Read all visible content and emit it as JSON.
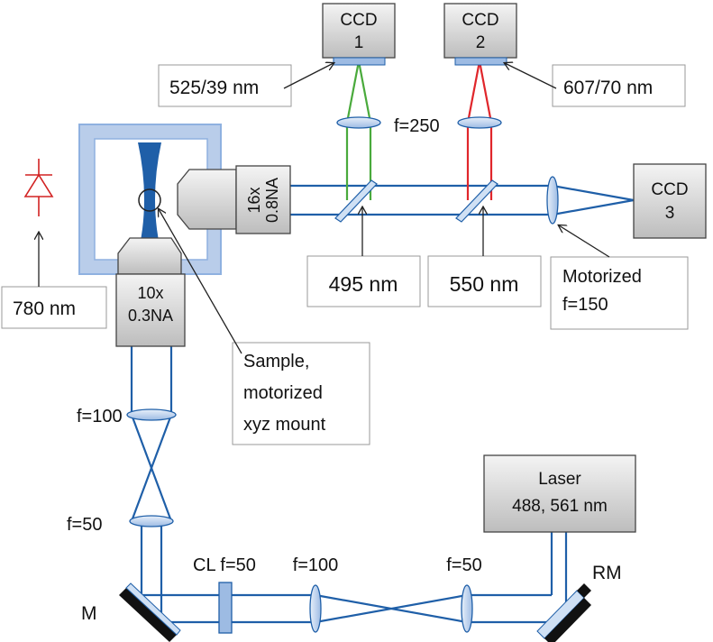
{
  "ccd1": {
    "line1": "CCD",
    "line2": "1"
  },
  "ccd2": {
    "line1": "CCD",
    "line2": "2"
  },
  "ccd3": {
    "line1": "CCD",
    "line2": "3"
  },
  "filter1": "525/39 nm",
  "filter2": "607/70 nm",
  "tube_lens": "f=250",
  "objective_detect": {
    "line1": "16x",
    "line2": "0.8NA"
  },
  "objective_illum": {
    "line1": "10x",
    "line2": "0.3NA"
  },
  "dichroic1": "495 nm",
  "dichroic2": "550 nm",
  "motorized_lens": {
    "line1": "Motorized",
    "line2": "f=150"
  },
  "photodiode_wavelength": "780 nm",
  "sample": {
    "line1": "Sample,",
    "line2": "motorized",
    "line3": "xyz mount"
  },
  "lens_f100_vertical": "f=100",
  "lens_f50_vertical": "f=50",
  "cylindrical_lens": "CL f=50",
  "lens_f100_horizontal": "f=100",
  "lens_f50_horizontal": "f=50",
  "laser": {
    "line1": "Laser",
    "line2": "488, 561 nm"
  },
  "mirror": "M",
  "rotating_mirror": "RM",
  "colors": {
    "beam": "#1f5fa8",
    "green": "#4aaa3c",
    "red": "#e0262b",
    "frame": "#8fb1e0",
    "diode": "#d22222"
  }
}
